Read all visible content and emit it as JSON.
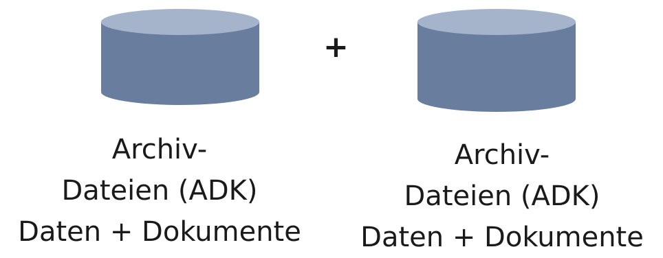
{
  "operator": "+",
  "colors": {
    "cylinder_body": "#697d9f",
    "cylinder_top": "#a6b4cb",
    "text": "#1a1a1a"
  },
  "archives": [
    {
      "icon": "database-icon",
      "lines": [
        "Archiv-",
        "Dateien (ADK)",
        "Daten + Dokumente"
      ]
    },
    {
      "icon": "database-icon",
      "lines": [
        "Archiv-",
        "Dateien (ADK)",
        "Daten + Dokumente"
      ]
    }
  ]
}
